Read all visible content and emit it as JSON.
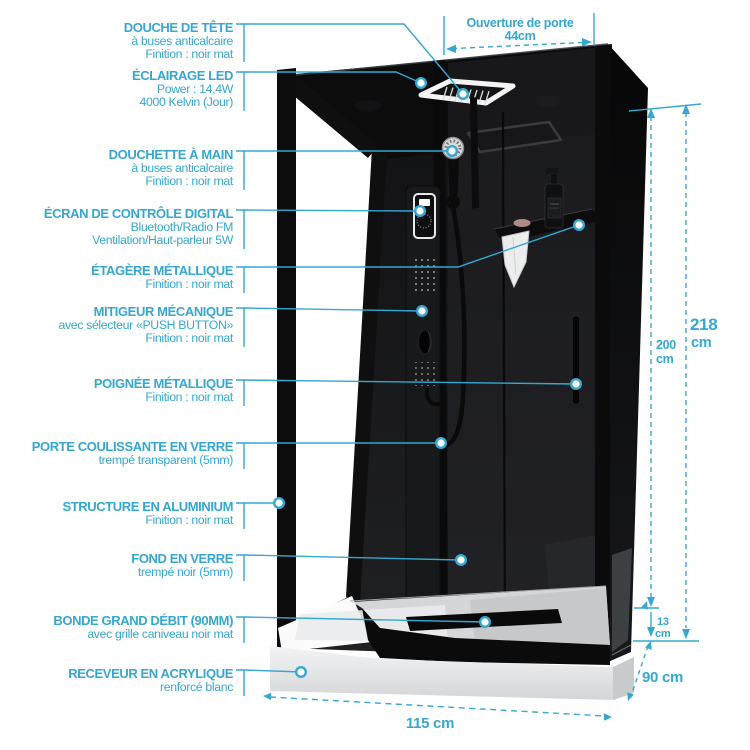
{
  "accent_color": "#35a7d1",
  "illustration": {
    "frame_color": "#0c0c0d",
    "glass_color": "#1b1c1e",
    "tray_color": "#e8e9ea",
    "icons": [
      "rain-shower-head",
      "led-light-frame",
      "hand-shower",
      "control-screen",
      "shelf",
      "soap-bottle",
      "soap-bar",
      "towel",
      "mixer-knob",
      "door-handle",
      "drain",
      "shower-tray"
    ]
  },
  "labels": [
    {
      "title": "DOUCHE DE TÊTE",
      "line1": "à buses anticalcaire",
      "line2": "Finition : noir mat"
    },
    {
      "title": "ÉCLAIRAGE LED",
      "line1": "Power : 14,4W",
      "line2": "4000 Kelvin (Jour)"
    },
    {
      "title": "DOUCHETTE À MAIN",
      "line1": "à buses anticalcaire",
      "line2": "Finition : noir mat"
    },
    {
      "title": "ÉCRAN DE CONTRÔLE DIGITAL",
      "line1": "Bluetooth/Radio FM",
      "line2": "Ventilation/Haut-parleur 5W"
    },
    {
      "title": "ÉTAGÈRE MÉTALLIQUE",
      "line1": "Finition : noir mat"
    },
    {
      "title": "MITIGEUR MÉCANIQUE",
      "line1": "avec sélecteur «PUSH BUTTON»",
      "line2": "Finition : noir mat"
    },
    {
      "title": "POIGNÉE MÉTALLIQUE",
      "line1": "Finition : noir mat"
    },
    {
      "title": "PORTE COULISSANTE EN VERRE",
      "line1": "trempé transparent (5mm)"
    },
    {
      "title": "STRUCTURE EN ALUMINIUM",
      "line1": "Finition : noir mat"
    },
    {
      "title": "FOND EN VERRE",
      "line1": "trempé noir (5mm)"
    },
    {
      "title": "BONDE GRAND DÉBIT (90MM)",
      "line1": "avec grille caniveau noir mat"
    },
    {
      "title": "RECEVEUR EN ACRYLIQUE",
      "line1": "renforcé blanc"
    }
  ],
  "dimensions": {
    "door_opening_label": "Ouverture de porte",
    "door_opening_value": "44cm",
    "height_inner_value": "200",
    "height_inner_unit": "cm",
    "height_outer_value": "218",
    "height_outer_unit": "cm",
    "tray_height_value": "13",
    "tray_height_unit": "cm",
    "depth_value": "90 cm",
    "width_value": "115 cm"
  }
}
